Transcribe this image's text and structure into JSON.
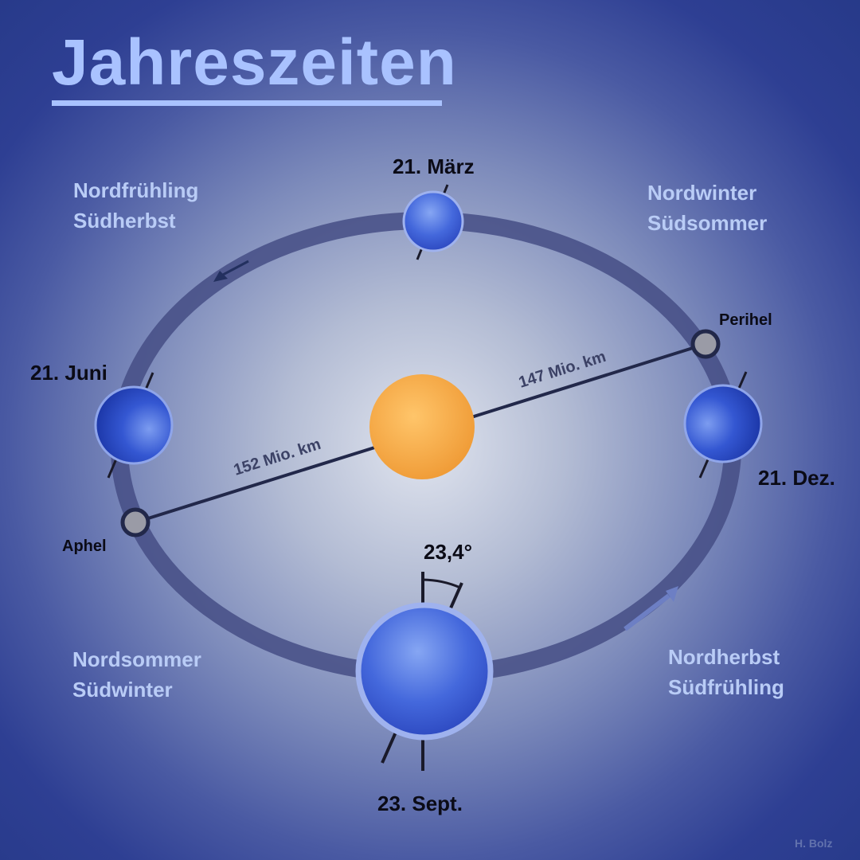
{
  "title": "Jahreszeiten",
  "dates": {
    "march": "21. März",
    "june": "21. Juni",
    "september": "23. Sept.",
    "december": "21. Dez."
  },
  "seasons": {
    "top_left": [
      "Nordfrühling",
      "Südherbst"
    ],
    "top_right": [
      "Nordwinter",
      "Südsommer"
    ],
    "bottom_left": [
      "Nordsommer",
      "Südwinter"
    ],
    "bottom_right": [
      "Nordherbst",
      "Südfrühling"
    ]
  },
  "orbit_points": {
    "perihel": "Perihel",
    "aphel": "Aphel"
  },
  "distances": {
    "perihel": "147 Mio. km",
    "aphel": "152 Mio. km"
  },
  "axial_tilt": "23,4°",
  "credit": "H. Bolz",
  "colors": {
    "title": "#a9c2ff",
    "sun": "#f5a640",
    "earth": "#3c5fd8",
    "orbit": "#454d85",
    "season_text": "#b9ccf6"
  }
}
